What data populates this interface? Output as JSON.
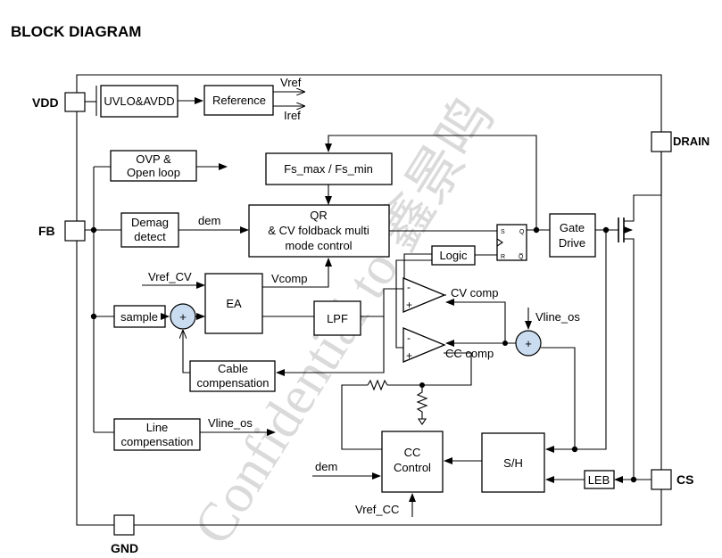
{
  "title": "BLOCK DIAGRAM",
  "pins": {
    "vdd": "VDD",
    "fb": "FB",
    "drain": "DRAIN",
    "cs": "CS",
    "gnd": "GND"
  },
  "blocks": {
    "uvlo": "UVLO&AVDD",
    "reference": "Reference",
    "ovp_l1": "OVP &",
    "ovp_l2": "Open loop",
    "fs": "Fs_max / Fs_min",
    "demag_l1": "Demag",
    "demag_l2": "detect",
    "qr_l1": "QR",
    "qr_l2": "& CV foldback multi",
    "qr_l3": "mode control",
    "gate_l1": "Gate",
    "gate_l2": "Drive",
    "logic": "Logic",
    "ea": "EA",
    "sample": "sample",
    "lpf": "LPF",
    "cable_l1": "Cable",
    "cable_l2": "compensation",
    "line_l1": "Line",
    "line_l2": "compensation",
    "cc_l1": "CC",
    "cc_l2": "Control",
    "sh": "S/H",
    "leb": "LEB"
  },
  "signals": {
    "vref": "Vref",
    "iref": "Iref",
    "dem_top": "dem",
    "vref_cv": "Vref_CV",
    "vcomp": "Vcomp",
    "cv_comp": "CV comp",
    "cc_comp": "CC comp",
    "vline_os_right": "Vline_os",
    "vline_os_left": "Vline_os",
    "dem_bottom": "dem",
    "vref_cc": "Vref_CC"
  },
  "symbols": {
    "plus": "+",
    "minus": "-",
    "ff_s": "S",
    "ff_r": "R",
    "ff_q": "Q",
    "ff_qbar": "Q̅"
  },
  "watermark": "Confidential to 鑫景鸣"
}
